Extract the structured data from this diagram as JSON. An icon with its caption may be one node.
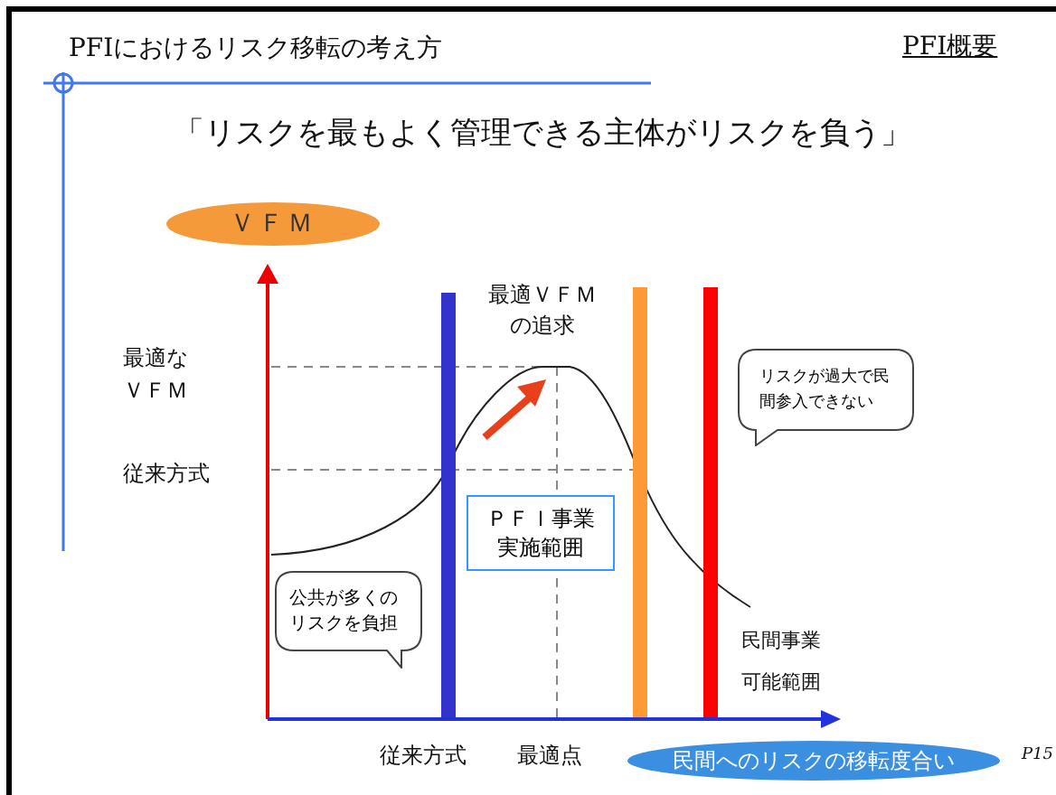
{
  "diagram": {
    "title": "PFIにおけるリスク移転の考え方",
    "nodes": [
      {
        "text": [
          "ＶＦＭ"
        ]
      },
      {
        "text": [
          "民間へのリスクの移転度合い"
        ]
      },
      {
        "text": [
          "ＰＦＩ事業実施範囲"
        ]
      },
      {
        "text": [
          "公共が多くのリスクを負担"
        ]
      },
      {
        "text": [
          "リスクが過大で民間参入できない"
        ]
      }
    ],
    "edges": [
      {
        "from": null,
        "to": 0,
        "arrow": "to",
        "color": "#ee0000"
      },
      {
        "from": null,
        "to": 1,
        "arrow": "to",
        "color": "#2233dd"
      }
    ],
    "labels": [
      "PFI概要",
      "「リスクを最もよく管理できる主体がリスクを負う」",
      "最適ＶＦＭの追求",
      "最適なＶＦＭ",
      "従来方式",
      "民間事業",
      "可能範囲",
      "従来方式",
      "最適点",
      "P15"
    ]
  }
}
